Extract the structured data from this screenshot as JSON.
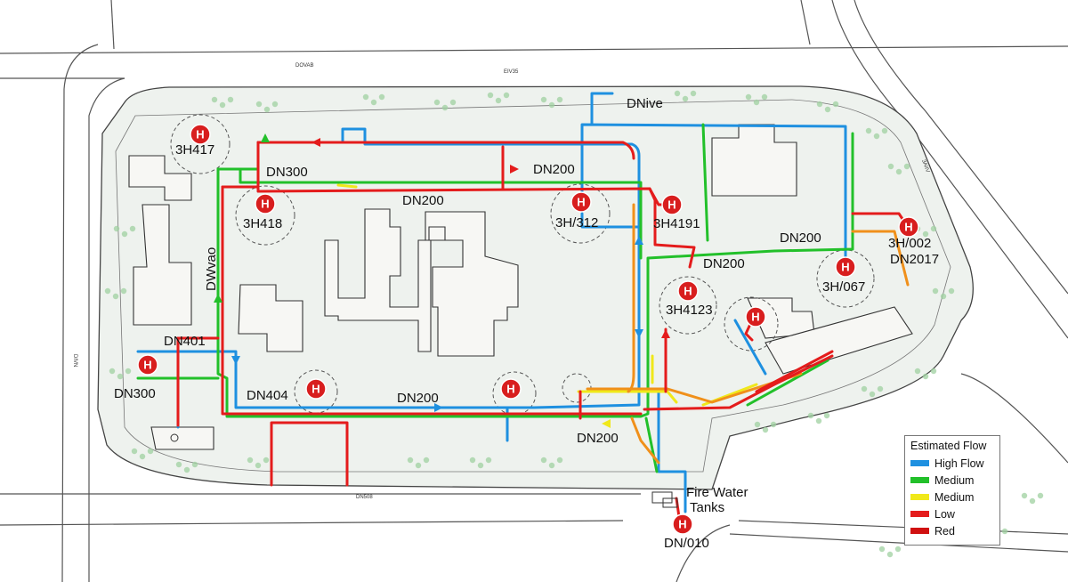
{
  "map": {
    "road_labels": {
      "top": "DOVAB",
      "top_small": "EIV35",
      "right": "ЗАIIV",
      "left": "DIVN",
      "bottom": "DN508"
    },
    "pipe_labels": {
      "dnive": "DNive",
      "dn300_top": "DN300",
      "dn200_top": "DN200",
      "dn200_center": "DN200",
      "dn200_right": "DN200",
      "dn200_mid": "DN200",
      "dn2017": "DN2017",
      "dwvao": "DWvao",
      "dn401": "DN401",
      "dn300_left": "DN300",
      "dn404": "DN404",
      "dn200_bottom": "DN200",
      "dn200_bottom2": "DN200",
      "fire_water": "Fire Water",
      "tanks": "Tanks",
      "dn010": "DN/010"
    },
    "hydrants": [
      {
        "id": "3H417",
        "letter": "H"
      },
      {
        "id": "3H418",
        "letter": "H"
      },
      {
        "id": "3H/312",
        "letter": "H"
      },
      {
        "id": "3H4191",
        "letter": "H"
      },
      {
        "id": "3H/002",
        "letter": "H"
      },
      {
        "id": "3H/067",
        "letter": "H"
      },
      {
        "id": "3H4123",
        "letter": "H"
      },
      {
        "id": "",
        "letter": "H"
      },
      {
        "id": "",
        "letter": "H"
      },
      {
        "id": "",
        "letter": "H"
      },
      {
        "id": "",
        "letter": "H"
      },
      {
        "id": "",
        "letter": "H"
      }
    ]
  },
  "legend": {
    "title": "Estimated Flow",
    "items": [
      {
        "label": "High Flow",
        "color": "#1e90e0"
      },
      {
        "label": "Medium",
        "color": "#22c02a"
      },
      {
        "label": "Medium",
        "color": "#f0e81a"
      },
      {
        "label": "Low",
        "color": "#e41c1c"
      },
      {
        "label": "Red",
        "color": "#d01010"
      }
    ]
  },
  "colors": {
    "high_flow": "#1e90e0",
    "medium": "#22c02a",
    "medium_yellow": "#f0e81a",
    "low": "#e41c1c",
    "orange": "#f0901a",
    "hydrant": "#d81e1e",
    "site_fill": "#eef2ee",
    "tree": "#9fd0a0"
  }
}
